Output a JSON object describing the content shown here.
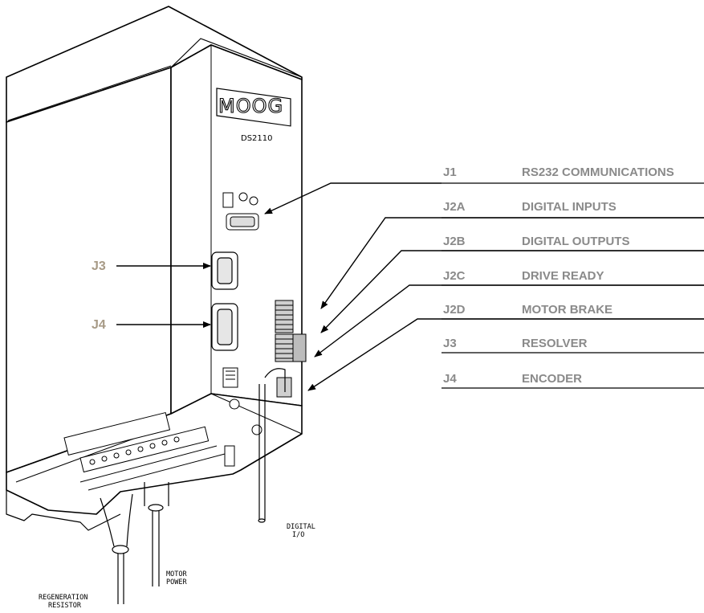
{
  "device": {
    "brand": "MOOG",
    "model": "DS2110"
  },
  "connector_table": [
    {
      "code": "J1",
      "description": "RS232 COMMUNICATIONS"
    },
    {
      "code": "J2A",
      "description": "DIGITAL INPUTS"
    },
    {
      "code": "J2B",
      "description": "DIGITAL OUTPUTS"
    },
    {
      "code": "J2C",
      "description": "DRIVE READY"
    },
    {
      "code": "J2D",
      "description": "MOTOR BRAKE"
    },
    {
      "code": "J3",
      "description": "RESOLVER"
    },
    {
      "code": "J4",
      "description": "ENCODER"
    }
  ],
  "side_labels": {
    "j3": "J3",
    "j4": "J4"
  },
  "cable_labels": {
    "digital_line1": "DIGITAL",
    "digital_line2": "I/O",
    "motor_line1": "MOTOR",
    "motor_line2": "POWER",
    "regen_line1": "REGENERATION",
    "regen_line2": "RESISTOR"
  },
  "colors": {
    "table_text": "#8a8a8a",
    "side_label_text": "#a79a86",
    "line": "#000000"
  }
}
